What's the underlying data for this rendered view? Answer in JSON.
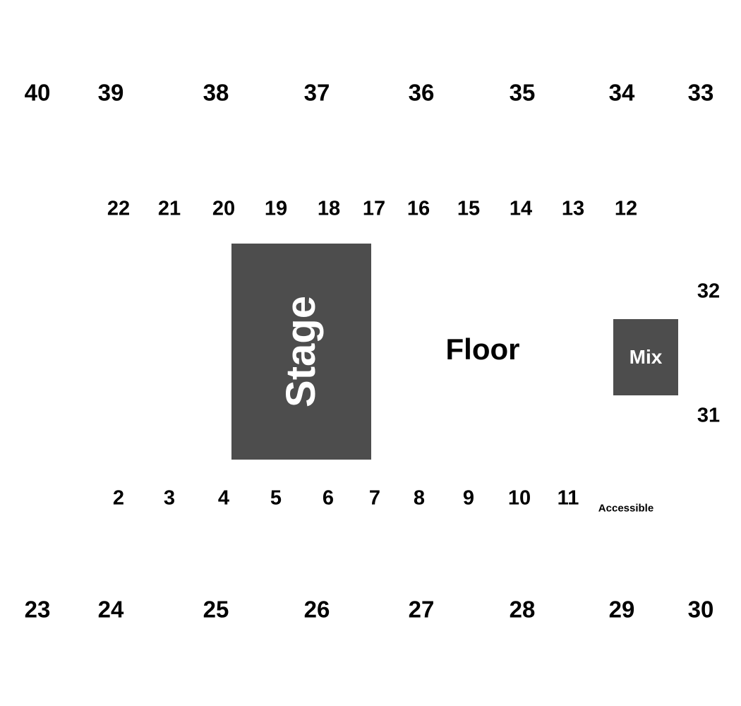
{
  "outer_top": [
    "40",
    "39",
    "38",
    "37",
    "36",
    "35",
    "34",
    "33"
  ],
  "inner_top": [
    "22",
    "21",
    "20",
    "19",
    "18",
    "17",
    "16",
    "15",
    "14",
    "13",
    "12"
  ],
  "inner_bottom": [
    "2",
    "3",
    "4",
    "5",
    "6",
    "7",
    "8",
    "9",
    "10",
    "11"
  ],
  "outer_bottom": [
    "23",
    "24",
    "25",
    "26",
    "27",
    "28",
    "29",
    "30"
  ],
  "side_right": [
    "32",
    "31"
  ],
  "stage": {
    "label": "Stage",
    "color": "#4d4d4d"
  },
  "floor": {
    "label": "Floor"
  },
  "mix": {
    "label": "Mix",
    "color": "#4d4d4d"
  },
  "accessible": {
    "label": "Accessible"
  }
}
